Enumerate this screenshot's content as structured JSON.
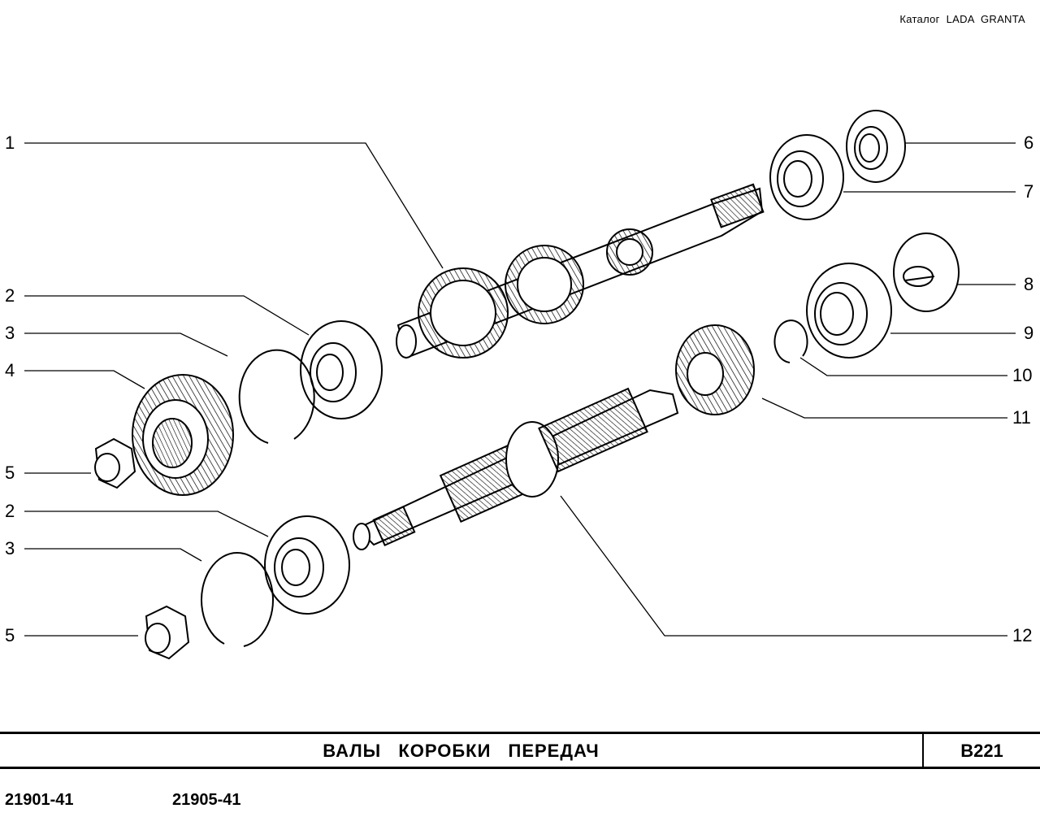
{
  "header": {
    "catalog_label": "Каталог",
    "catalog_brand": "LADA",
    "catalog_model": "GRANTA"
  },
  "callouts": {
    "c1": "1",
    "c2a": "2",
    "c3a": "3",
    "c4": "4",
    "c5a": "5",
    "c2b": "2",
    "c3b": "3",
    "c5b": "5",
    "c6": "6",
    "c7": "7",
    "c8": "8",
    "c9": "9",
    "c10": "10",
    "c11": "11",
    "c12": "12"
  },
  "footer": {
    "title": "ВАЛЫ КОРОБКИ ПЕРЕДАЧ",
    "code": "B221"
  },
  "models": [
    "21901-41",
    "21905-41"
  ]
}
